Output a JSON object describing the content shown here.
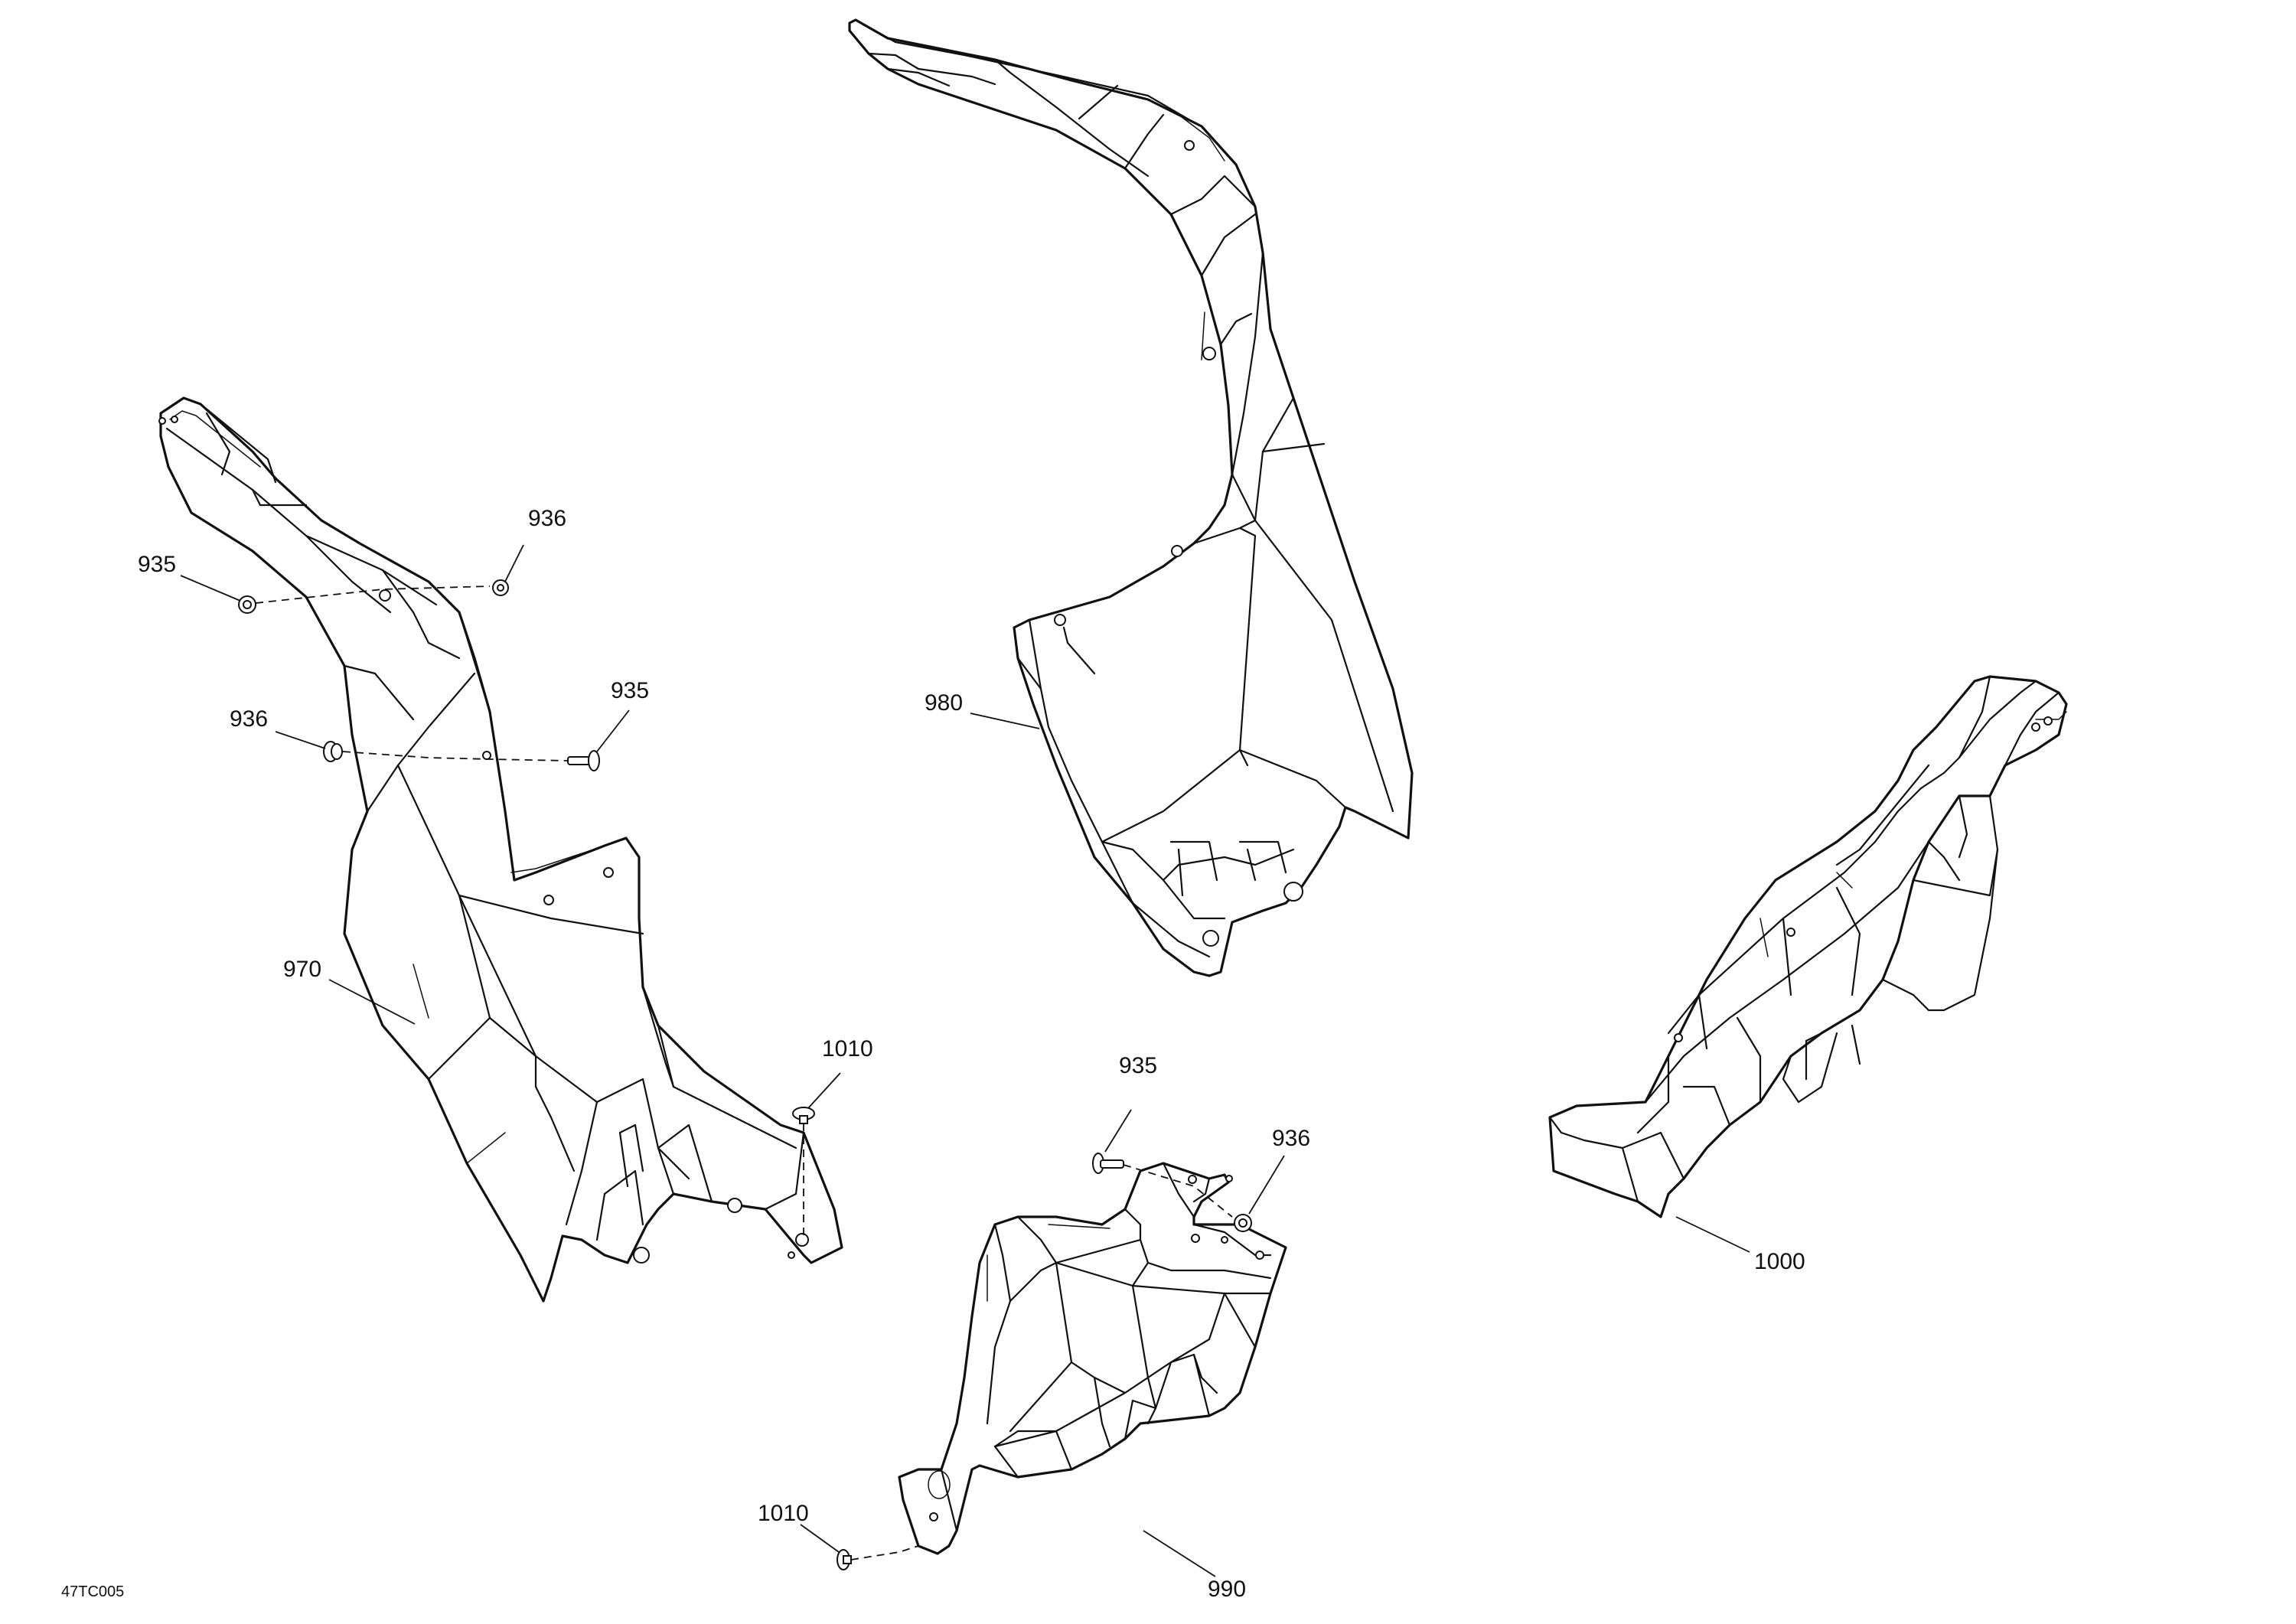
{
  "drawing_ref": "47TC005",
  "callouts": {
    "c936_top": "936",
    "c935_left": "935",
    "c935_mid": "935",
    "c936_left": "936",
    "c970": "970",
    "c1010_left": "1010",
    "c980": "980",
    "c935_bottom": "935",
    "c936_bottom": "936",
    "c1000": "1000",
    "c1010_bottom": "1010",
    "c990": "990"
  }
}
